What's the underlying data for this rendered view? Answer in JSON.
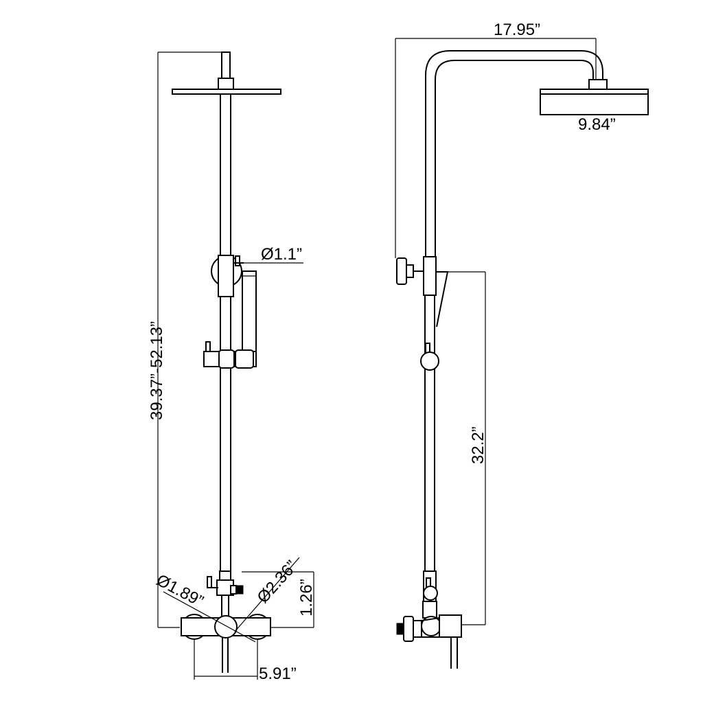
{
  "front_view": {
    "overall_height": "39.37”-52.13”",
    "slide_bar_diameter": "Ø1.1”",
    "mixer_diameter": "Ø1.89”",
    "escutcheon_diameter": "Ø2.36”",
    "outlet_offset": "1.26”",
    "inlet_spacing": "5.91”"
  },
  "side_view": {
    "arm_reach": "17.95”",
    "shower_head_size": "9.84”",
    "riser_height": "32.2”"
  }
}
